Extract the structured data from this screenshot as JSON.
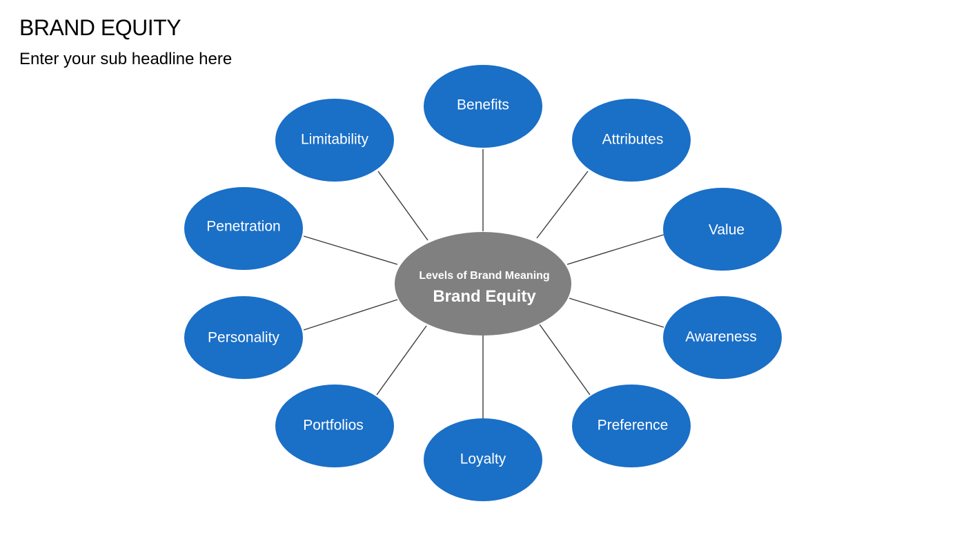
{
  "slide": {
    "title": "BRAND EQUITY",
    "subtitle": "Enter your sub headline here"
  },
  "diagram": {
    "center": {
      "line1": "Levels of Brand Meaning",
      "line2": "Brand Equity",
      "color": "#808080"
    },
    "node_color": "#1A6FC7",
    "connector_color": "#3A3A3A",
    "nodes": [
      {
        "id": "benefits",
        "label": "Benefits"
      },
      {
        "id": "attributes",
        "label": "Attributes"
      },
      {
        "id": "value",
        "label": "Value"
      },
      {
        "id": "awareness",
        "label": "Awareness"
      },
      {
        "id": "preference",
        "label": "Preference"
      },
      {
        "id": "loyalty",
        "label": "Loyalty"
      },
      {
        "id": "portfolios",
        "label": "Portfolios"
      },
      {
        "id": "personality",
        "label": "Personality"
      },
      {
        "id": "penetration",
        "label": "Penetration"
      },
      {
        "id": "limitability",
        "label": "Limitability"
      }
    ]
  }
}
